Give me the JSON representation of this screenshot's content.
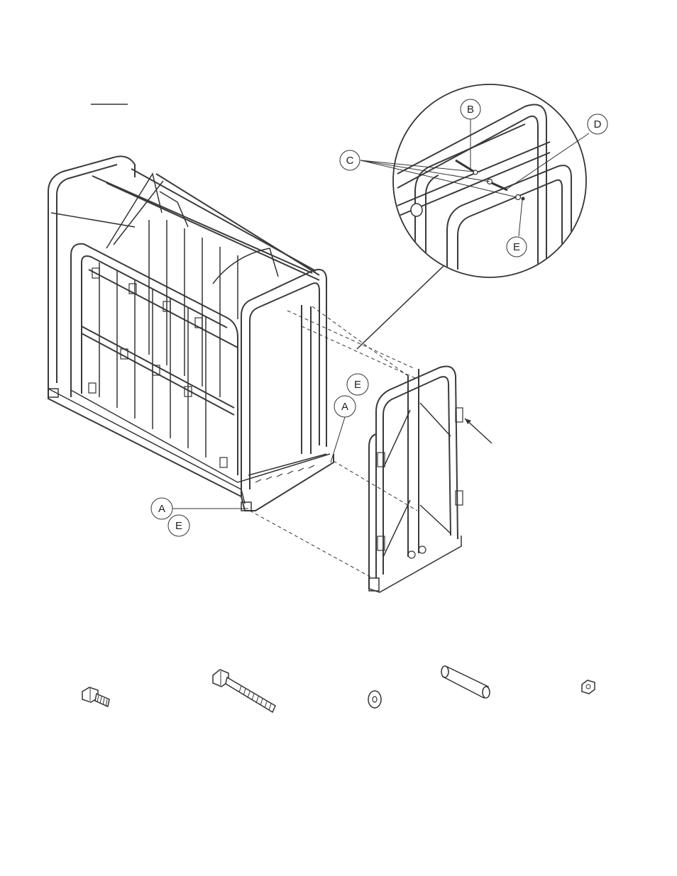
{
  "diagram": {
    "type": "exploded-assembly-drawing",
    "callouts": {
      "detail_b": "B",
      "detail_c": "C",
      "detail_d": "D",
      "detail_e": "E",
      "main_e_upper": "E",
      "main_a_upper": "A",
      "main_a_lower": "A",
      "main_e_lower": "E"
    },
    "hardware_icons": [
      "hex-bolt-short-icon",
      "hex-bolt-long-icon",
      "flat-washer-icon",
      "spacer-tube-icon",
      "hex-nut-icon"
    ],
    "line_color": "#333333"
  }
}
